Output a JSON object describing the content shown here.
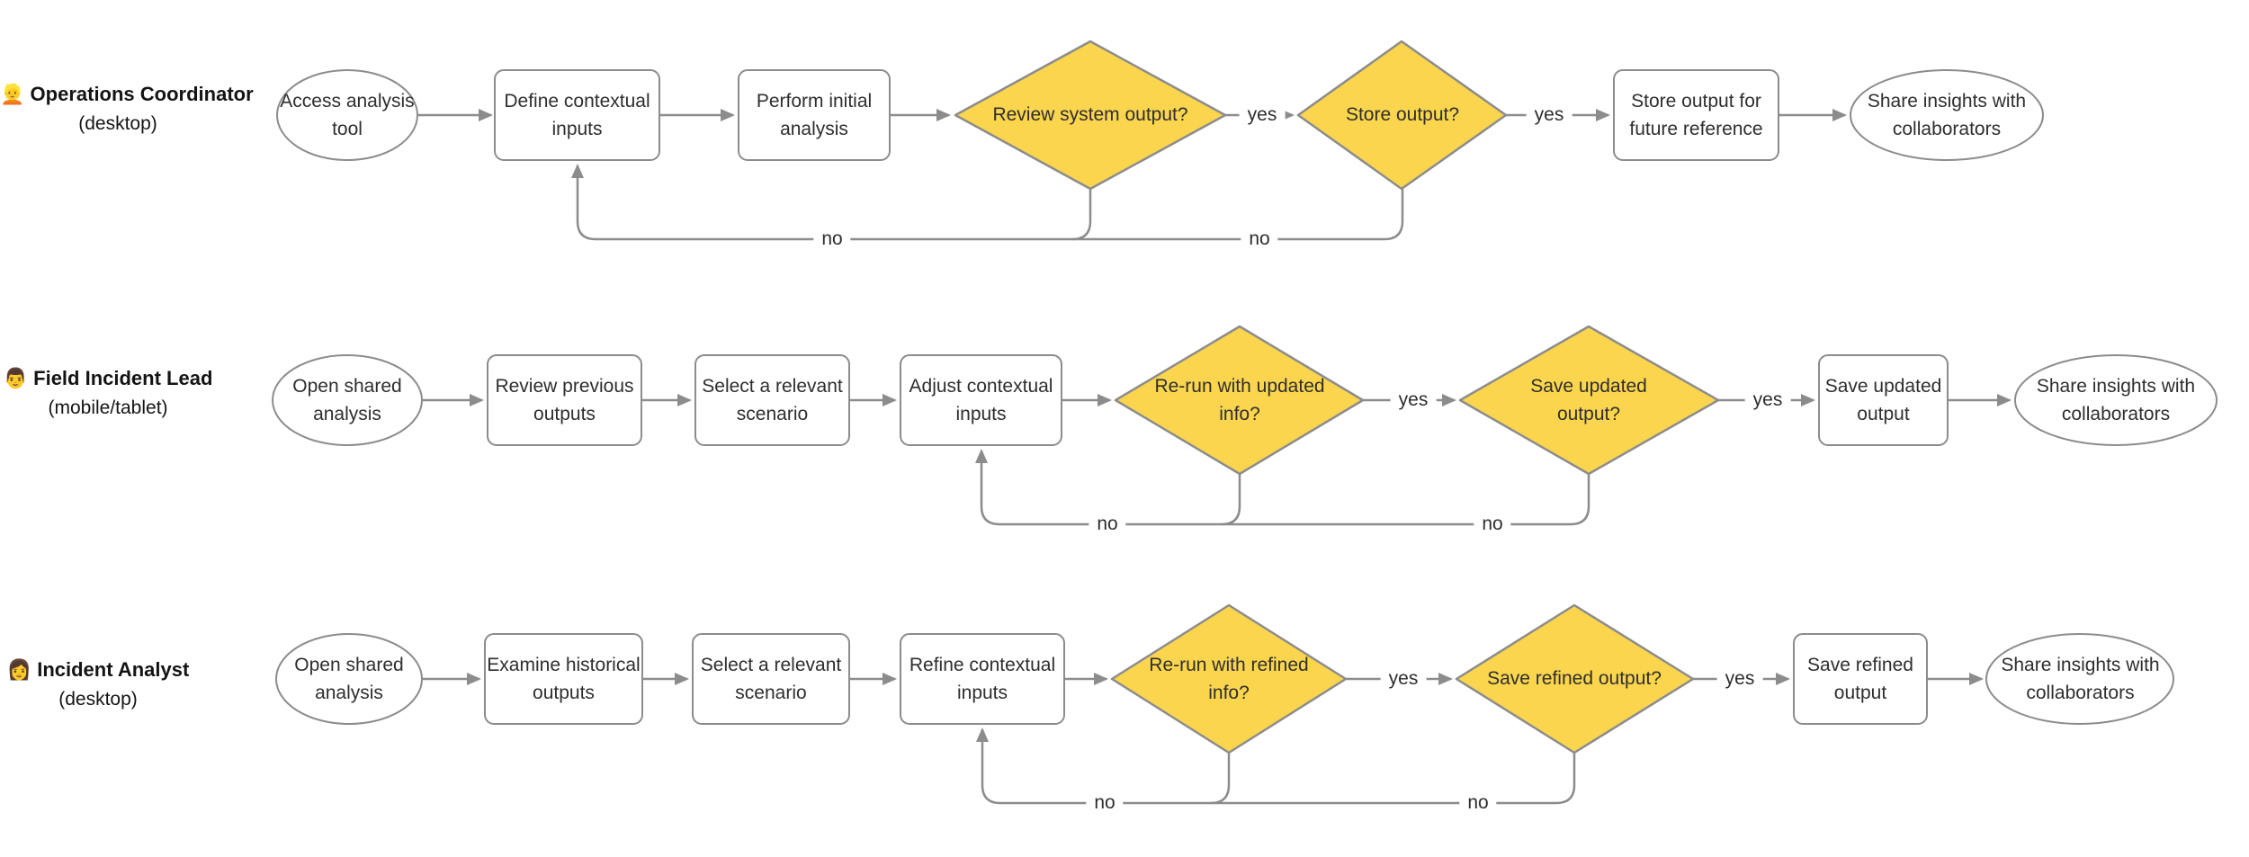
{
  "colors": {
    "diamond_fill": "#FBD54D",
    "shape_stroke": "#8C8C8C",
    "shape_fill": "#FFFFFF",
    "edge": "#8C8C8C",
    "node_text": "#2E2E2E",
    "actor_text": "#141414",
    "background": "#FFFFFF"
  },
  "lanes": [
    {
      "actor": {
        "emoji": "👱",
        "name": "Operations Coordinator",
        "device": "(desktop)"
      },
      "nodes": {
        "start": "Access analysis tool",
        "define_inputs": "Define contextual inputs",
        "initial_analysis": "Perform initial analysis",
        "review_output_q": "Review system output?",
        "store_output_q": "Store output?",
        "store_future": "Store output for future reference",
        "share": "Share insights with collaborators"
      },
      "edge_labels": {
        "yes1": "yes",
        "yes2": "yes",
        "no1": "no",
        "no2": "no"
      }
    },
    {
      "actor": {
        "emoji": "👨",
        "name": "Field Incident Lead",
        "device": "(mobile/tablet)"
      },
      "nodes": {
        "start": "Open shared analysis",
        "review_outputs": "Review previous outputs",
        "select_scenario": "Select a relevant scenario",
        "adjust_inputs": "Adjust contextual inputs",
        "rerun_q": "Re-run with updated info?",
        "save_q": "Save updated output?",
        "save": "Save updated output",
        "share": "Share insights with collaborators"
      },
      "edge_labels": {
        "yes1": "yes",
        "yes2": "yes",
        "no1": "no",
        "no2": "no"
      }
    },
    {
      "actor": {
        "emoji": "👩",
        "name": "Incident Analyst",
        "device": "(desktop)"
      },
      "nodes": {
        "start": "Open shared analysis",
        "examine_outputs": "Examine historical outputs",
        "select_scenario": "Select a relevant scenario",
        "refine_inputs": "Refine contextual inputs",
        "rerun_q": "Re-run with refined info?",
        "save_q": "Save refined output?",
        "save": "Save refined output",
        "share": "Share insights with collaborators"
      },
      "edge_labels": {
        "yes1": "yes",
        "yes2": "yes",
        "no1": "no",
        "no2": "no"
      }
    }
  ]
}
